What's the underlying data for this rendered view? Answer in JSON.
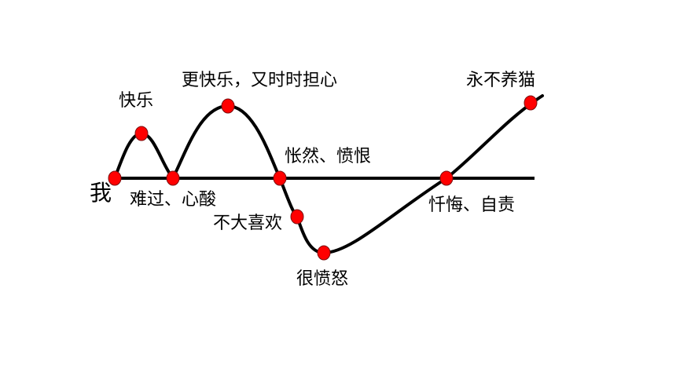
{
  "diagram": {
    "start_label": "我",
    "nodes": [
      {
        "id": "start",
        "label": ""
      },
      {
        "id": "happy",
        "label": "快乐"
      },
      {
        "id": "sad",
        "label": "难过、心酸"
      },
      {
        "id": "happier",
        "label": "更快乐，又时时担心"
      },
      {
        "id": "regret",
        "label": "怅然、愤恨"
      },
      {
        "id": "dislike",
        "label": "不大喜欢"
      },
      {
        "id": "angry",
        "label": "很愤怒"
      },
      {
        "id": "repent",
        "label": "忏悔、自责"
      },
      {
        "id": "never",
        "label": "永不养猫"
      }
    ]
  },
  "colors": {
    "line": "#000000",
    "dot_fill": "#ff0000",
    "dot_stroke": "#7a1010"
  }
}
